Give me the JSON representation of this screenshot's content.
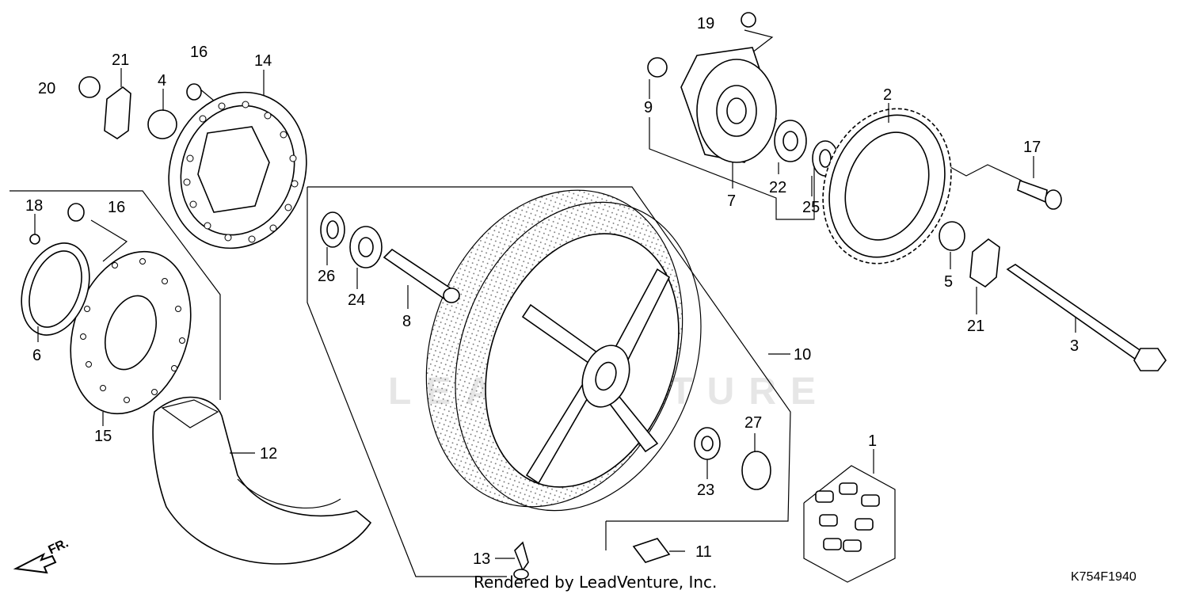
{
  "diagram": {
    "watermark": "LEADVENTURE",
    "footer_text": "Rendered by LeadVenture, Inc.",
    "diagram_code": "K754F1940",
    "direction_label": "FR.",
    "callouts": [
      "1",
      "2",
      "3",
      "4",
      "5",
      "6",
      "7",
      "8",
      "9",
      "10",
      "11",
      "12",
      "13",
      "14",
      "15",
      "16",
      "16",
      "17",
      "18",
      "19",
      "20",
      "21",
      "21",
      "22",
      "23",
      "24",
      "25",
      "26",
      "27"
    ]
  }
}
